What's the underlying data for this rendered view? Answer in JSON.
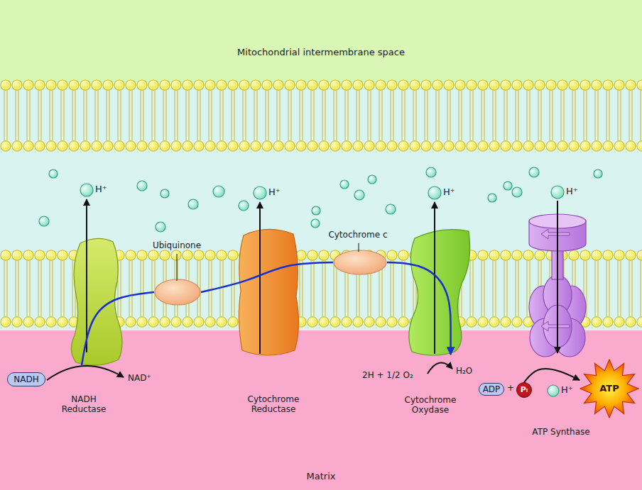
{
  "diagram": {
    "nodes": [
      {
        "text": [
          "Mitochondrial intermembrane space"
        ]
      },
      {
        "text": [
          "NADH Reductase"
        ]
      },
      {
        "text": [
          "Ubiquinone"
        ]
      },
      {
        "text": [
          "Cytochrome Reductase"
        ]
      },
      {
        "text": [
          "Cytochrome c"
        ]
      },
      {
        "text": [
          "Cytochrome Oxydase"
        ]
      },
      {
        "text": [
          "ATP Synthase"
        ]
      },
      {
        "text": [
          "NADH"
        ]
      },
      {
        "text": [
          "ADP"
        ]
      },
      {
        "text": [
          "Pᵢ"
        ]
      },
      {
        "text": [
          "ATP"
        ]
      },
      {
        "text": [
          "Matrix"
        ]
      }
    ],
    "edges": [
      {
        "from": 1,
        "to": 2,
        "arrow": "none"
      },
      {
        "from": 2,
        "to": 4,
        "arrow": "none"
      },
      {
        "from": 4,
        "to": 5,
        "arrow": "to"
      },
      {
        "from": 9,
        "to": 10,
        "arrow": "to"
      }
    ],
    "labels": [
      "H⁺",
      "H⁺",
      "H⁺",
      "H⁺",
      "NAD⁺",
      "2H + 1/2 O₂",
      "H₂O",
      "+",
      "H⁺"
    ]
  }
}
